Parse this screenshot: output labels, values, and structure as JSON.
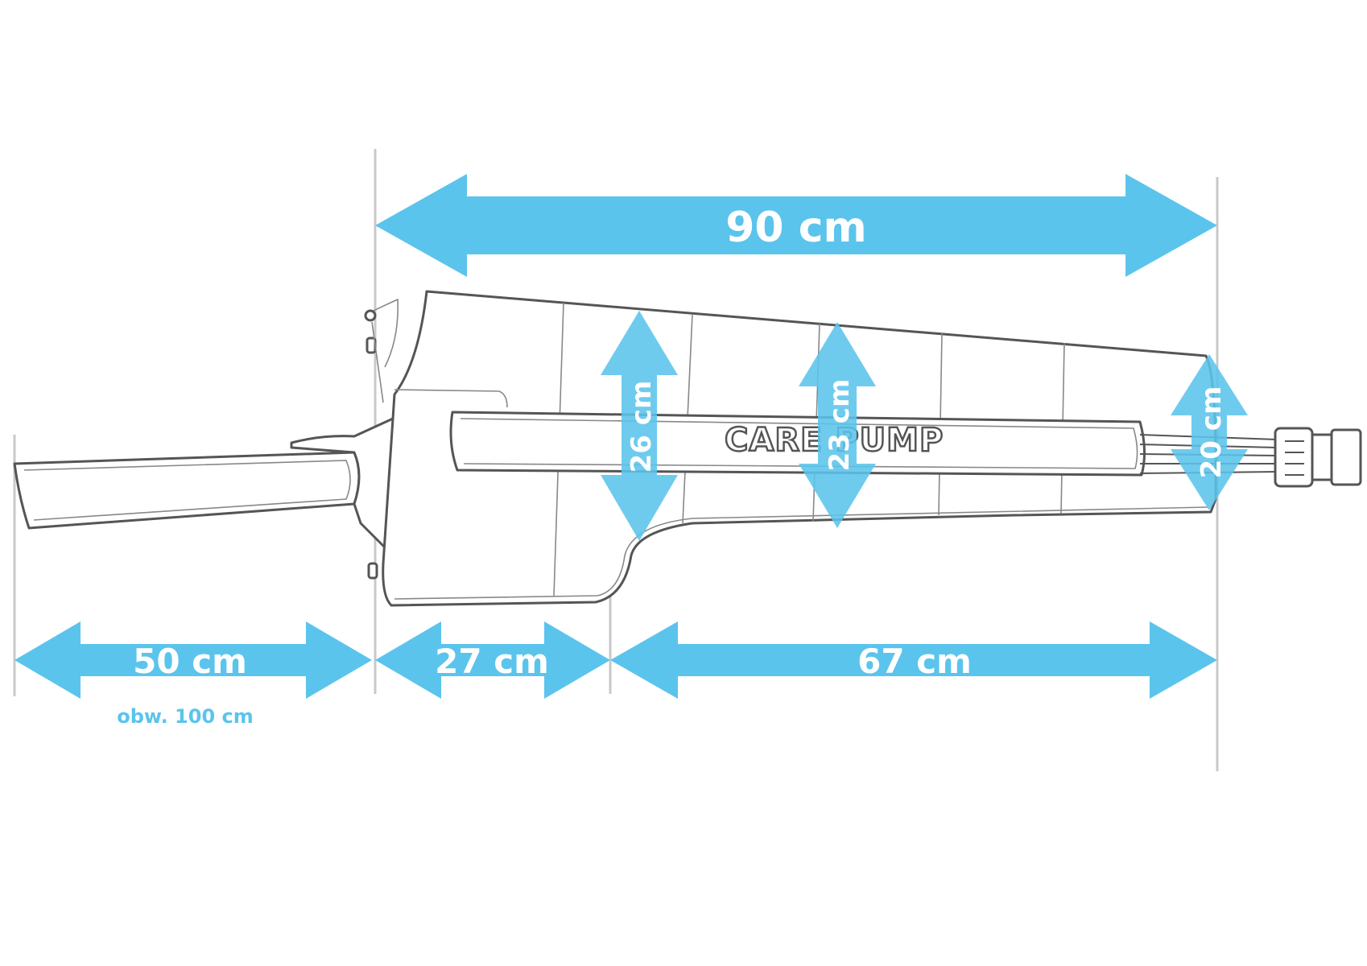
{
  "colors": {
    "accent": "#5bc4ec",
    "outline": "#555555",
    "guide": "#c9c9c9"
  },
  "logo": "CARE PUMP",
  "dimensions": {
    "total_length": "90 cm",
    "strap_length": "50 cm",
    "strap_circumference": "obw. 100 cm",
    "foot_length": "27 cm",
    "leg_length": "67 cm",
    "height_1": "26 cm",
    "height_2": "23 cm",
    "height_3": "20 cm"
  }
}
